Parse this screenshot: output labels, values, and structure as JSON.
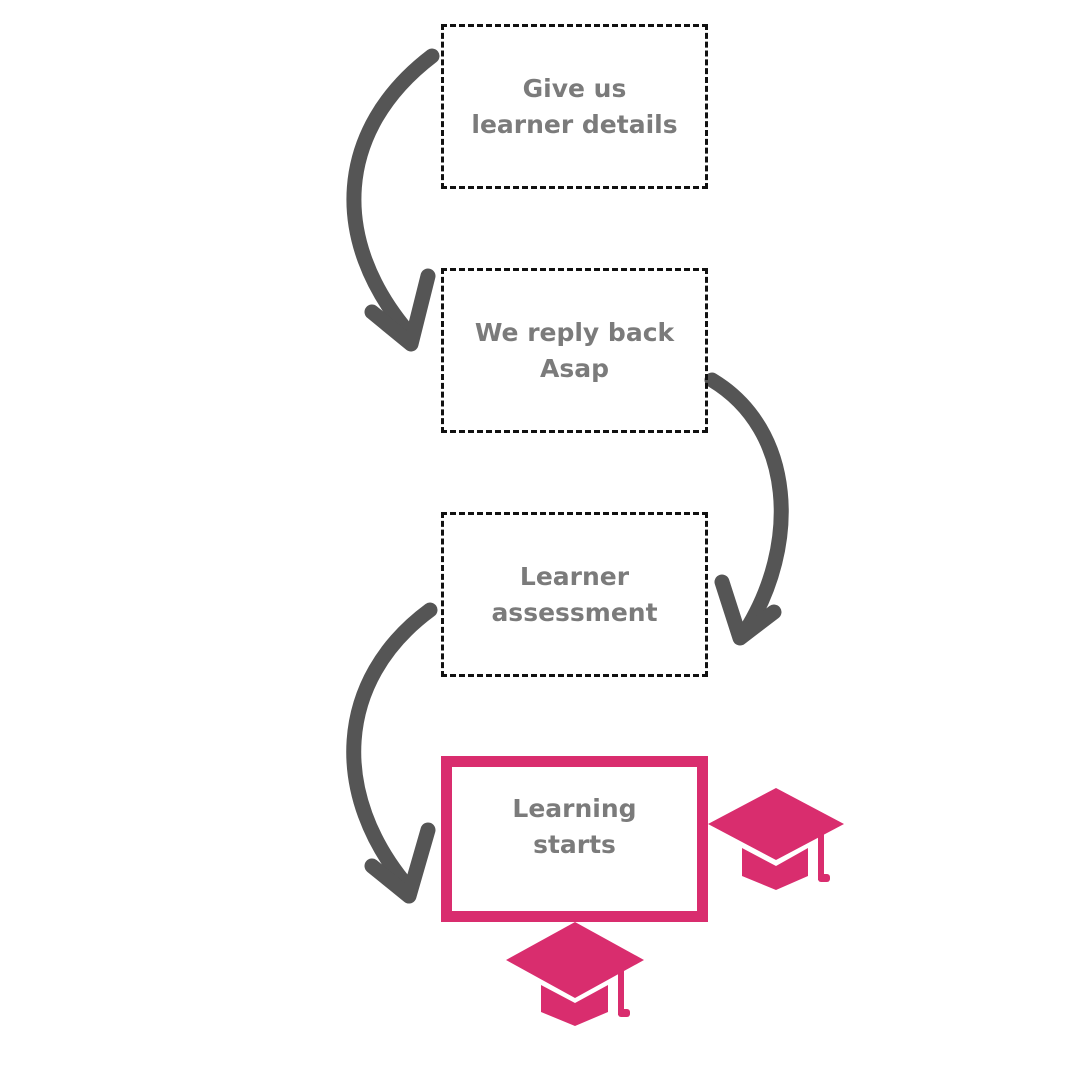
{
  "steps": [
    {
      "lines": [
        "Give us",
        "learner details"
      ]
    },
    {
      "lines": [
        "We reply back",
        "Asap"
      ]
    },
    {
      "lines": [
        "Learner",
        "assessment"
      ]
    },
    {
      "lines": [
        "Learning",
        "starts"
      ]
    }
  ],
  "colors": {
    "text": "#7b7b7b",
    "dashed_border": "#111111",
    "arrow": "#555555",
    "accent": "#d92d6e"
  },
  "icons": [
    "curved-arrow-icon",
    "graduation-cap-icon"
  ]
}
